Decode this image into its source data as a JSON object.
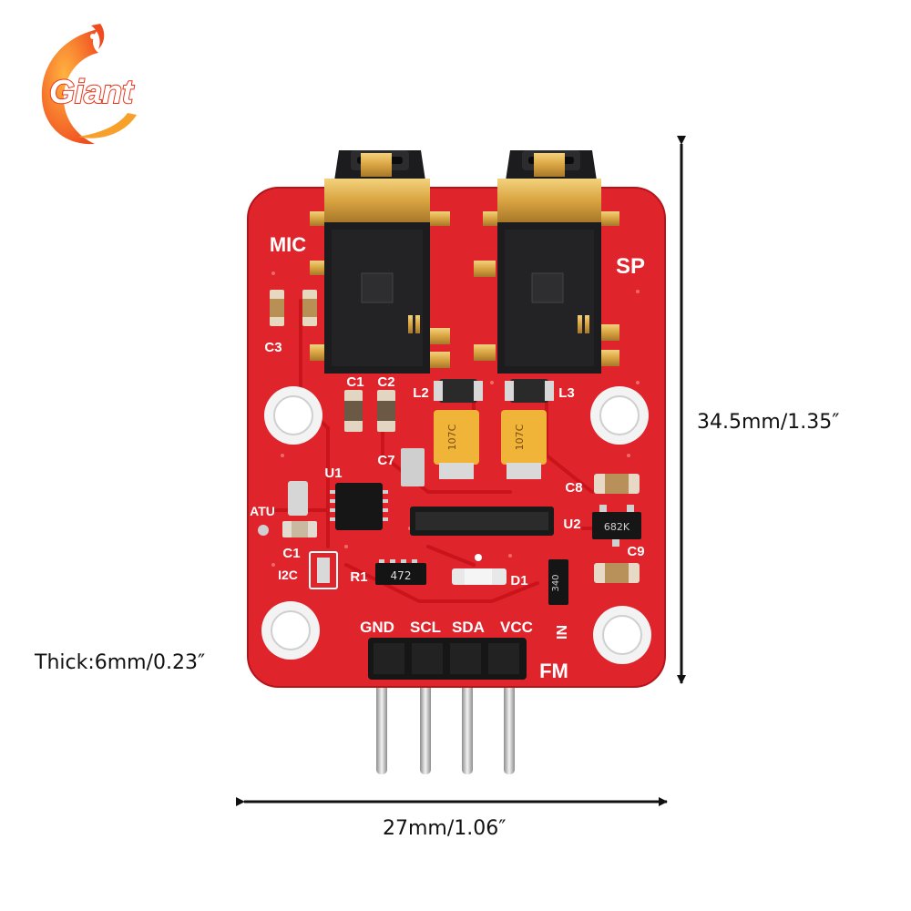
{
  "brand": {
    "logo_text": "Giant"
  },
  "dimensions": {
    "height_label": "34.5mm/1.35″",
    "width_label": "27mm/1.06″",
    "thickness_label": "Thick:6mm/0.23″"
  },
  "board": {
    "jack_left_label": "MIC",
    "jack_right_label": "SP",
    "component_labels": [
      "C3",
      "C1",
      "C2",
      "L2",
      "L3",
      "C7",
      "U1",
      "ATU",
      "C1",
      "I2C",
      "R1",
      "D1",
      "C8",
      "U2",
      "C9",
      "IN"
    ],
    "pin_labels": [
      "GND",
      "SCL",
      "SDA",
      "VCC"
    ],
    "fm_label": "FM",
    "chip_markings": [
      "107C",
      "107C",
      "472",
      "682K",
      "340"
    ]
  },
  "colors": {
    "pcb_red": "#e0242c",
    "trace_red": "#c9141c",
    "gold": "#d9a441",
    "jack_black": "#1c1c1e",
    "arrow": "#111111"
  }
}
